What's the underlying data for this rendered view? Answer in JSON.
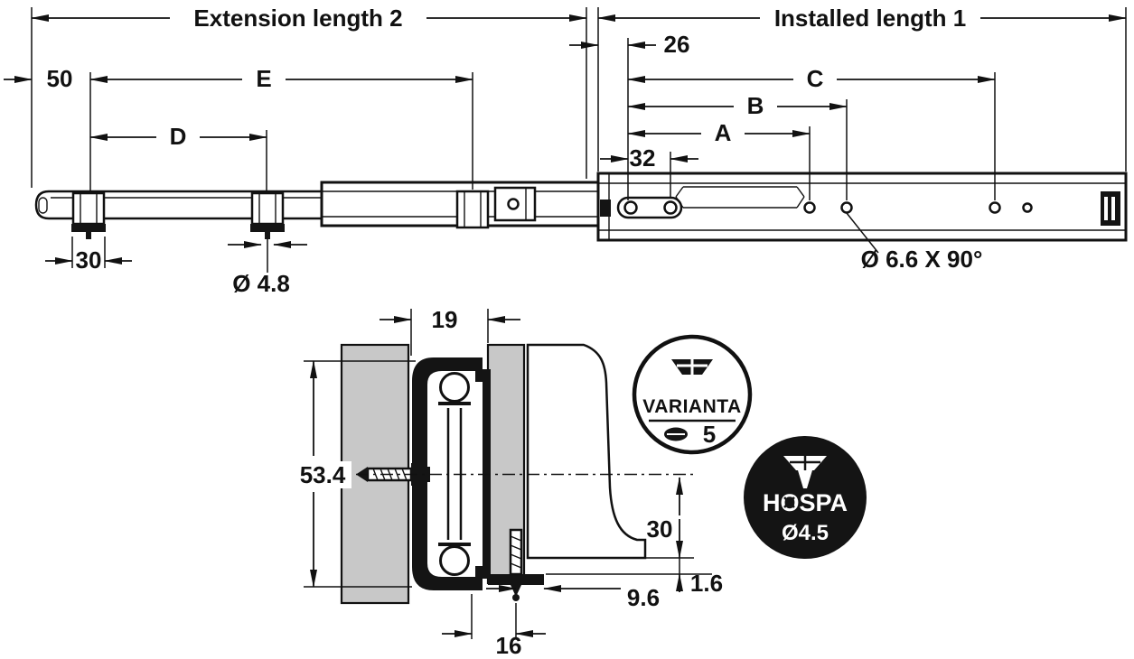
{
  "colors": {
    "line": "#111111",
    "panel_gray": "#c8c8c8",
    "badge_fill": "#141414",
    "background": "#ffffff"
  },
  "top_view": {
    "labels": {
      "extension_length": "Extension length 2",
      "installed_length": "Installed length 1"
    },
    "dimensions": {
      "front_offset": "50",
      "hole_spacing_e": "E",
      "hole_spacing_d": "D",
      "front_hole_offset": "26",
      "hole_c": "C",
      "hole_b": "B",
      "hole_a": "A",
      "slot_spacing": "32",
      "bracket_width": "30",
      "bracket_hole_dia": "Ø 4.8",
      "countersunk_hole": "Ø 6.6 X 90°"
    }
  },
  "section_view": {
    "dimensions": {
      "rail_width": "19",
      "rail_height": "53.4",
      "bottom_offset": "30",
      "flange_thickness": "1.6",
      "flange_depth": "9.6",
      "screw_offset": "16"
    }
  },
  "badges": {
    "varianta": {
      "name": "VARIANTA",
      "screw_size": "5",
      "icon": "countersunk-screw-icon"
    },
    "hospa": {
      "name": "HOSPA",
      "screw_size": "Ø4.5",
      "icon": "countersunk-screw-icon"
    }
  }
}
